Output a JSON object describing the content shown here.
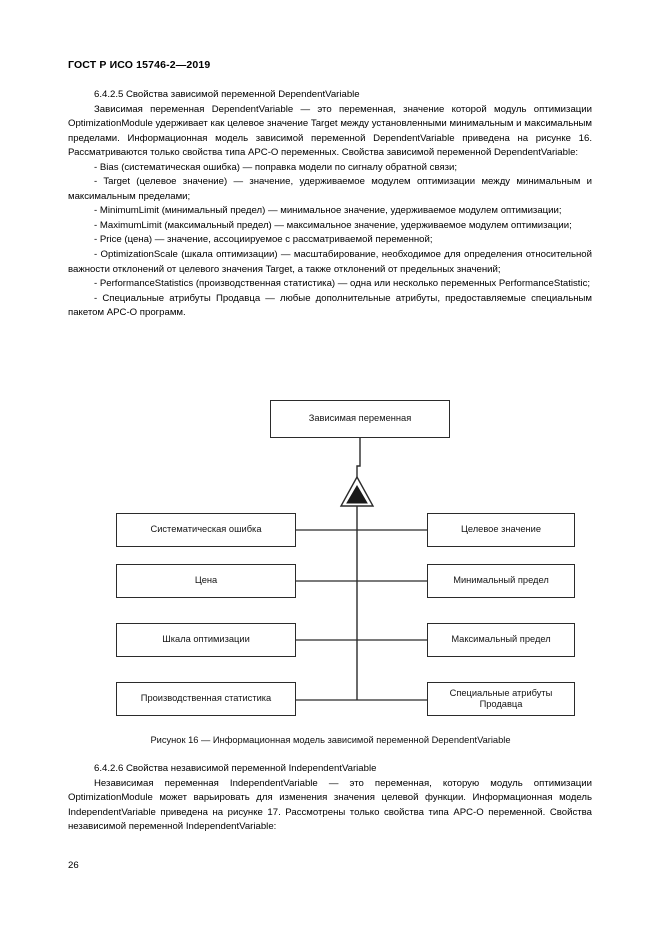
{
  "header": {
    "standard_id": "ГОСТ Р ИСО 15746-2—2019"
  },
  "page": {
    "number": "26"
  },
  "body_upper": {
    "clause_5_heading": "6.4.2.5 Свойства зависимой переменной DependentVariable",
    "clause_5_intro": "Зависимая переменная DependentVariable — это переменная, значение которой модуль оптимизации OptimizationModule удерживает как целевое значение Target между установленными минимальным и максимальным пределами. Информационная модель зависимой переменной DependentVariable приведена на рисунке 16. Рассматриваются только свойства типа APC-O переменных. Свойства зависимой переменной DependentVariable:",
    "bullets": [
      "- Bias (систематическая ошибка) — поправка модели по сигналу обратной связи;",
      "- Target (целевое значение) — значение, удерживаемое модулем оптимизации между минимальным и максимальным пределами;",
      "- MinimumLimit (минимальный предел) — минимальное значение, удерживаемое модулем оптимизации;",
      "- MaximumLimit (максимальный предел) — максимальное значение, удерживаемое модулем оптимизации;",
      "- Price (цена) — значение, ассоциируемое с рассматриваемой переменной;",
      "- OptimizationScale (шкала оптимизации) — масштабирование, необходимое для определения относительной важности отклонений от целевого значения Target, а также отклонений от предельных значений;",
      "- PerformanceStatistics (производственная статистика) — одна или несколько переменных PerformanceStatistic;",
      "- Специальные атрибуты Продавца — любые дополнительные атрибуты, предоставляемые специальным пакетом APC-O программ."
    ]
  },
  "figure": {
    "caption": "Рисунок 16 — Информационная модель зависимой переменной DependentVariable",
    "root_node": "Зависимая переменная",
    "left_nodes": [
      "Систематическая ошибка",
      "Цена",
      "Шкала оптимизации",
      "Производственная статистика"
    ],
    "right_nodes": [
      "Целевое значение",
      "Минимальный предел",
      "Максимальный предел",
      "Специальные атрибуты Продавца"
    ],
    "aggregation_marker": "filled-triangle"
  },
  "body_lower": {
    "clause_6_heading": "6.4.2.6 Свойства независимой переменной IndependentVariable",
    "clause_6_intro": "Независимая переменная IndependentVariable — это переменная, которую модуль оптимизации OptimizationModule может варьировать для изменения значения целевой функции. Информационная модель IndependentVariable приведена на рисунке 17. Рассмотрены только свойства типа APC-O переменной. Свойства независимой переменной IndependentVariable:"
  }
}
